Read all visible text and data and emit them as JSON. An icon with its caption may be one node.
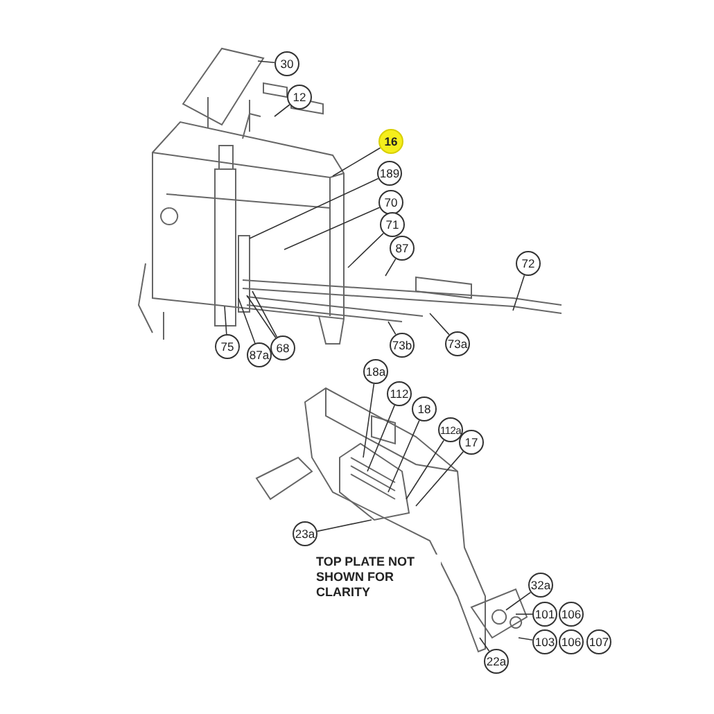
{
  "diagram": {
    "nodes": [
      {
        "text": [
          "30"
        ]
      },
      {
        "text": [
          "12"
        ]
      },
      {
        "text": [
          "16"
        ]
      },
      {
        "text": [
          "189"
        ]
      },
      {
        "text": [
          "70"
        ]
      },
      {
        "text": [
          "71"
        ]
      },
      {
        "text": [
          "87"
        ]
      },
      {
        "text": [
          "72"
        ]
      },
      {
        "text": [
          "73b"
        ]
      },
      {
        "text": [
          "73a"
        ]
      },
      {
        "text": [
          "75"
        ]
      },
      {
        "text": [
          "68"
        ]
      },
      {
        "text": [
          "87a"
        ]
      },
      {
        "text": [
          "18a"
        ]
      },
      {
        "text": [
          "112"
        ]
      },
      {
        "text": [
          "18"
        ]
      },
      {
        "text": [
          "112a"
        ]
      },
      {
        "text": [
          "17"
        ]
      },
      {
        "text": [
          "23a"
        ]
      },
      {
        "text": [
          "32a"
        ]
      },
      {
        "text": [
          "101"
        ]
      },
      {
        "text": [
          "106"
        ]
      },
      {
        "text": [
          "103"
        ]
      },
      {
        "text": [
          "106"
        ]
      },
      {
        "text": [
          "107"
        ]
      },
      {
        "text": [
          "22a"
        ]
      }
    ],
    "edges": [
      {
        "from": 0,
        "to": null,
        "arrow": "none"
      },
      {
        "from": 1,
        "to": null,
        "arrow": "none"
      },
      {
        "from": 2,
        "to": null,
        "arrow": "none"
      },
      {
        "from": 3,
        "to": null,
        "arrow": "none"
      },
      {
        "from": 4,
        "to": null,
        "arrow": "none"
      },
      {
        "from": 5,
        "to": null,
        "arrow": "none"
      },
      {
        "from": 6,
        "to": null,
        "arrow": "none"
      },
      {
        "from": 7,
        "to": null,
        "arrow": "none"
      },
      {
        "from": 8,
        "to": null,
        "arrow": "none"
      },
      {
        "from": 9,
        "to": null,
        "arrow": "none"
      },
      {
        "from": 10,
        "to": null,
        "arrow": "none"
      },
      {
        "from": 11,
        "to": null,
        "arrow": "none"
      },
      {
        "from": 11,
        "to": null,
        "arrow": "none"
      },
      {
        "from": 12,
        "to": null,
        "arrow": "none"
      },
      {
        "from": 13,
        "to": null,
        "arrow": "none"
      },
      {
        "from": 14,
        "to": null,
        "arrow": "none"
      },
      {
        "from": 15,
        "to": null,
        "arrow": "none"
      },
      {
        "from": 16,
        "to": null,
        "arrow": "none"
      },
      {
        "from": 17,
        "to": null,
        "arrow": "none"
      },
      {
        "from": 18,
        "to": null,
        "arrow": "none"
      },
      {
        "from": 19,
        "to": null,
        "arrow": "none"
      },
      {
        "from": 20,
        "to": null,
        "arrow": "none"
      },
      {
        "from": 22,
        "to": null,
        "arrow": "none"
      },
      {
        "from": 25,
        "to": null,
        "arrow": "none"
      }
    ],
    "labels": [
      "TOP PLATE NOT SHOWN FOR CLARITY"
    ]
  }
}
